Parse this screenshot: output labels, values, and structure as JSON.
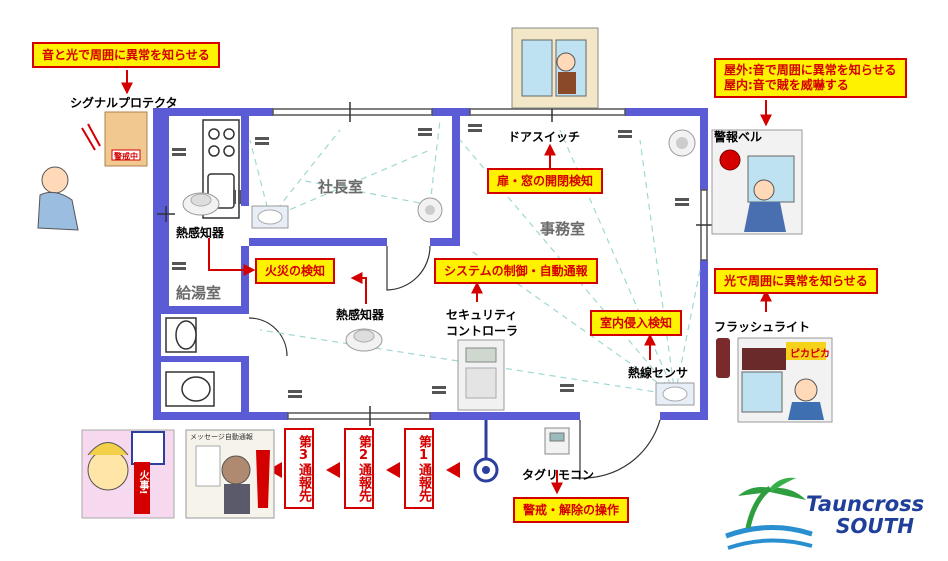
{
  "callouts": {
    "signal_notice": "音と光で周囲に異常を知らせる",
    "bell_notice_line1": "屋外:音で周囲に異常を知らせる",
    "bell_notice_line2": "屋内:音で賊を威嚇する",
    "door_detect": "扉・窓の開閉検知",
    "fire_detect": "火災の検知",
    "system_control": "システムの制御・自動通報",
    "intrusion_detect": "室内侵入検知",
    "flash_notice": "光で周囲に異常を知らせる",
    "arm_disarm": "警戒・解除の操作"
  },
  "labels": {
    "signal_protector": "シグナルプロテクタ",
    "door_switch": "ドアスイッチ",
    "alarm_bell": "警報ベル",
    "heat_detector_1": "熱感知器",
    "heat_detector_2": "熱感知器",
    "controller_line1": "セキュリティ",
    "controller_line2": "コントローラ",
    "heat_ray_sensor": "熱線センサ",
    "flash_light": "フラッシュライト",
    "tag_remote": "タグリモコン"
  },
  "rooms": {
    "president": "社長室",
    "office": "事務室",
    "kitchen": "給湯室"
  },
  "notify": {
    "first": "第1通報先",
    "second": "第2通報先",
    "third": "第3通報先"
  },
  "illustrations": {
    "message_card_title": "メッセージ自動通報",
    "fire_text": "火事!",
    "signal_box_text": "警戒中",
    "flash_text": "ピカピカ"
  },
  "logo": {
    "line1": "Tauncross",
    "line2": "SOUTH"
  },
  "colors": {
    "wall": "#5b5bd6",
    "callout_bg": "#fff200",
    "callout_border": "#d40000",
    "arrow": "#d40000"
  }
}
